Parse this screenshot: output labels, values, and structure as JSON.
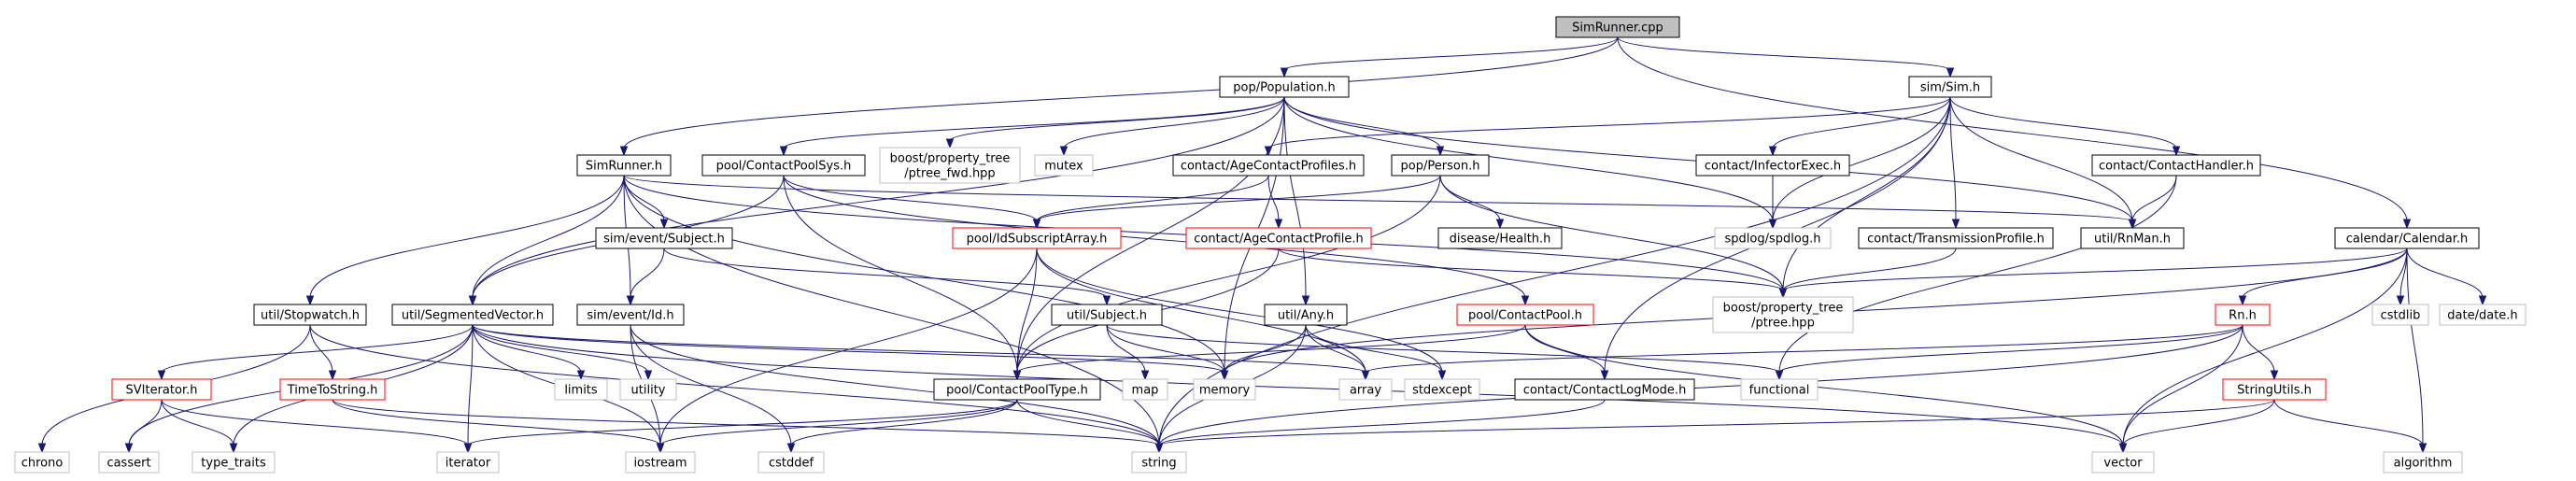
{
  "title": "SimRunner.cpp",
  "colors": {
    "edge": "#191970",
    "root_fill": "#bfbfbf",
    "default_fill": "#ffffff",
    "default_border": "#000000",
    "truncated_border": "#ff0000",
    "external_border": "#bfbfbf"
  },
  "nodes": [
    {
      "id": "simrunner_cpp",
      "label": "SimRunner.cpp",
      "kind": "root"
    },
    {
      "id": "population_h",
      "label": "pop/Population.h",
      "kind": "normal"
    },
    {
      "id": "sim_h",
      "label": "sim/Sim.h",
      "kind": "normal"
    },
    {
      "id": "simrunner_h",
      "label": "SimRunner.h",
      "kind": "normal"
    },
    {
      "id": "contactpoolsys_h",
      "label": "pool/ContactPoolSys.h",
      "kind": "normal"
    },
    {
      "id": "ptree_fwd",
      "label": "boost/property_tree\n/ptree_fwd.hpp",
      "kind": "external"
    },
    {
      "id": "mutex",
      "label": "mutex",
      "kind": "external"
    },
    {
      "id": "agecontactprofiles_h",
      "label": "contact/AgeContactProfiles.h",
      "kind": "normal"
    },
    {
      "id": "person_h",
      "label": "pop/Person.h",
      "kind": "normal"
    },
    {
      "id": "infectorexec_h",
      "label": "contact/InfectorExec.h",
      "kind": "normal"
    },
    {
      "id": "contacthandler_h",
      "label": "contact/ContactHandler.h",
      "kind": "normal"
    },
    {
      "id": "subject_sim_h",
      "label": "sim/event/Subject.h",
      "kind": "normal"
    },
    {
      "id": "idsubscriptarray_h",
      "label": "pool/IdSubscriptArray.h",
      "kind": "truncated"
    },
    {
      "id": "agecontactprofile_h",
      "label": "contact/AgeContactProfile.h",
      "kind": "truncated"
    },
    {
      "id": "health_h",
      "label": "disease/Health.h",
      "kind": "normal"
    },
    {
      "id": "spdlog_h",
      "label": "spdlog/spdlog.h",
      "kind": "external"
    },
    {
      "id": "transmissionprofile_h",
      "label": "contact/TransmissionProfile.h",
      "kind": "normal"
    },
    {
      "id": "rnman_h",
      "label": "util/RnMan.h",
      "kind": "normal"
    },
    {
      "id": "calendar_h",
      "label": "calendar/Calendar.h",
      "kind": "normal"
    },
    {
      "id": "stopwatch_h",
      "label": "util/Stopwatch.h",
      "kind": "normal"
    },
    {
      "id": "segmentedvector_h",
      "label": "util/SegmentedVector.h",
      "kind": "normal"
    },
    {
      "id": "id_h",
      "label": "sim/event/Id.h",
      "kind": "normal"
    },
    {
      "id": "subject_util_h",
      "label": "util/Subject.h",
      "kind": "normal"
    },
    {
      "id": "any_h",
      "label": "util/Any.h",
      "kind": "normal"
    },
    {
      "id": "contactpool_h",
      "label": "pool/ContactPool.h",
      "kind": "truncated"
    },
    {
      "id": "ptree_hpp",
      "label": "boost/property_tree\n/ptree.hpp",
      "kind": "external"
    },
    {
      "id": "rn_h",
      "label": "Rn.h",
      "kind": "truncated"
    },
    {
      "id": "cstdlib",
      "label": "cstdlib",
      "kind": "external"
    },
    {
      "id": "datedate_h",
      "label": "date/date.h",
      "kind": "external"
    },
    {
      "id": "sviterator_h",
      "label": "SVIterator.h",
      "kind": "truncated"
    },
    {
      "id": "timetostring_h",
      "label": "TimeToString.h",
      "kind": "truncated"
    },
    {
      "id": "limits",
      "label": "limits",
      "kind": "external"
    },
    {
      "id": "utility",
      "label": "utility",
      "kind": "external"
    },
    {
      "id": "contactpooltype_h",
      "label": "pool/ContactPoolType.h",
      "kind": "normal"
    },
    {
      "id": "map",
      "label": "map",
      "kind": "external"
    },
    {
      "id": "memory",
      "label": "memory",
      "kind": "external"
    },
    {
      "id": "array",
      "label": "array",
      "kind": "external"
    },
    {
      "id": "stdexcept",
      "label": "stdexcept",
      "kind": "external"
    },
    {
      "id": "contactlogmode_h",
      "label": "contact/ContactLogMode.h",
      "kind": "normal"
    },
    {
      "id": "functional",
      "label": "functional",
      "kind": "external"
    },
    {
      "id": "stringutils_h",
      "label": "StringUtils.h",
      "kind": "truncated"
    },
    {
      "id": "chrono",
      "label": "chrono",
      "kind": "external"
    },
    {
      "id": "cassert",
      "label": "cassert",
      "kind": "external"
    },
    {
      "id": "type_traits",
      "label": "type_traits",
      "kind": "external"
    },
    {
      "id": "iterator",
      "label": "iterator",
      "kind": "external"
    },
    {
      "id": "iostream",
      "label": "iostream",
      "kind": "external"
    },
    {
      "id": "cstddef",
      "label": "cstddef",
      "kind": "external"
    },
    {
      "id": "string",
      "label": "string",
      "kind": "external"
    },
    {
      "id": "vector",
      "label": "vector",
      "kind": "external"
    },
    {
      "id": "algorithm",
      "label": "algorithm",
      "kind": "external"
    }
  ],
  "edges": [
    [
      "simrunner_cpp",
      "population_h"
    ],
    [
      "simrunner_cpp",
      "sim_h"
    ],
    [
      "simrunner_cpp",
      "simrunner_h"
    ],
    [
      "simrunner_cpp",
      "calendar_h"
    ],
    [
      "population_h",
      "contactpoolsys_h"
    ],
    [
      "population_h",
      "ptree_fwd"
    ],
    [
      "population_h",
      "mutex"
    ],
    [
      "population_h",
      "person_h"
    ],
    [
      "population_h",
      "segmentedvector_h"
    ],
    [
      "population_h",
      "spdlog_h"
    ],
    [
      "population_h",
      "rnman_h"
    ],
    [
      "population_h",
      "any_h"
    ],
    [
      "population_h",
      "contactpooltype_h"
    ],
    [
      "population_h",
      "memory"
    ],
    [
      "sim_h",
      "agecontactprofiles_h"
    ],
    [
      "sim_h",
      "infectorexec_h"
    ],
    [
      "sim_h",
      "contacthandler_h"
    ],
    [
      "sim_h",
      "transmissionprofile_h"
    ],
    [
      "sim_h",
      "rnman_h"
    ],
    [
      "sim_h",
      "ptree_hpp"
    ],
    [
      "sim_h",
      "spdlog_h"
    ],
    [
      "sim_h",
      "contactlogmode_h"
    ],
    [
      "sim_h",
      "string"
    ],
    [
      "simrunner_h",
      "stopwatch_h"
    ],
    [
      "simrunner_h",
      "subject_sim_h"
    ],
    [
      "simrunner_h",
      "id_h"
    ],
    [
      "simrunner_h",
      "rnman_h"
    ],
    [
      "simrunner_h",
      "ptree_hpp"
    ],
    [
      "simrunner_h",
      "memory"
    ],
    [
      "simrunner_h",
      "string"
    ],
    [
      "simrunner_h",
      "segmentedvector_h"
    ],
    [
      "contactpoolsys_h",
      "idsubscriptarray_h"
    ],
    [
      "contactpoolsys_h",
      "contactpool_h"
    ],
    [
      "contactpoolsys_h",
      "contactpooltype_h"
    ],
    [
      "contactpoolsys_h",
      "segmentedvector_h"
    ],
    [
      "agecontactprofiles_h",
      "idsubscriptarray_h"
    ],
    [
      "agecontactprofiles_h",
      "agecontactprofile_h"
    ],
    [
      "person_h",
      "idsubscriptarray_h"
    ],
    [
      "person_h",
      "health_h"
    ],
    [
      "person_h",
      "ptree_hpp"
    ],
    [
      "person_h",
      "contactpooltype_h"
    ],
    [
      "infectorexec_h",
      "spdlog_h"
    ],
    [
      "contacthandler_h",
      "rnman_h"
    ],
    [
      "contacthandler_h",
      "functional"
    ],
    [
      "subject_sim_h",
      "id_h"
    ],
    [
      "subject_sim_h",
      "subject_util_h"
    ],
    [
      "idsubscriptarray_h",
      "contactpooltype_h"
    ],
    [
      "idsubscriptarray_h",
      "array"
    ],
    [
      "idsubscriptarray_h",
      "stdexcept"
    ],
    [
      "idsubscriptarray_h",
      "iostream"
    ],
    [
      "agecontactprofile_h",
      "contactpooltype_h"
    ],
    [
      "agecontactprofile_h",
      "ptree_hpp"
    ],
    [
      "transmissionprofile_h",
      "ptree_hpp"
    ],
    [
      "calendar_h",
      "ptree_hpp"
    ],
    [
      "calendar_h",
      "rn_h"
    ],
    [
      "calendar_h",
      "cstdlib"
    ],
    [
      "calendar_h",
      "datedate_h"
    ],
    [
      "calendar_h",
      "algorithm"
    ],
    [
      "calendar_h",
      "vector"
    ],
    [
      "calendar_h",
      "memory"
    ],
    [
      "stopwatch_h",
      "timetostring_h"
    ],
    [
      "stopwatch_h",
      "chrono"
    ],
    [
      "stopwatch_h",
      "string"
    ],
    [
      "segmentedvector_h",
      "sviterator_h"
    ],
    [
      "segmentedvector_h",
      "limits"
    ],
    [
      "segmentedvector_h",
      "utility"
    ],
    [
      "segmentedvector_h",
      "array"
    ],
    [
      "segmentedvector_h",
      "iterator"
    ],
    [
      "segmentedvector_h",
      "iostream"
    ],
    [
      "segmentedvector_h",
      "cassert"
    ],
    [
      "segmentedvector_h",
      "type_traits"
    ],
    [
      "segmentedvector_h",
      "vector"
    ],
    [
      "segmentedvector_h",
      "memory"
    ],
    [
      "id_h",
      "cstddef"
    ],
    [
      "id_h",
      "string"
    ],
    [
      "id_h",
      "iostream"
    ],
    [
      "subject_util_h",
      "map"
    ],
    [
      "subject_util_h",
      "memory"
    ],
    [
      "subject_util_h",
      "functional"
    ],
    [
      "any_h",
      "memory"
    ],
    [
      "any_h",
      "string"
    ],
    [
      "any_h",
      "array"
    ],
    [
      "any_h",
      "stdexcept"
    ],
    [
      "contactpool_h",
      "contactpooltype_h"
    ],
    [
      "contactpool_h",
      "contactlogmode_h"
    ],
    [
      "contactpool_h",
      "vector"
    ],
    [
      "rn_h",
      "functional"
    ],
    [
      "rn_h",
      "stringutils_h"
    ],
    [
      "rn_h",
      "vector"
    ],
    [
      "rn_h",
      "string"
    ],
    [
      "rn_h",
      "array"
    ],
    [
      "sviterator_h",
      "iterator"
    ],
    [
      "sviterator_h",
      "cassert"
    ],
    [
      "sviterator_h",
      "type_traits"
    ],
    [
      "timetostring_h",
      "string"
    ],
    [
      "timetostring_h",
      "iostream"
    ],
    [
      "contactpooltype_h",
      "string"
    ],
    [
      "contactpooltype_h",
      "iterator"
    ],
    [
      "contactpooltype_h",
      "cstddef"
    ],
    [
      "contactpooltype_h",
      "iostream"
    ],
    [
      "contactlogmode_h",
      "string"
    ],
    [
      "stringutils_h",
      "algorithm"
    ],
    [
      "stringutils_h",
      "string"
    ],
    [
      "stringutils_h",
      "vector"
    ]
  ]
}
